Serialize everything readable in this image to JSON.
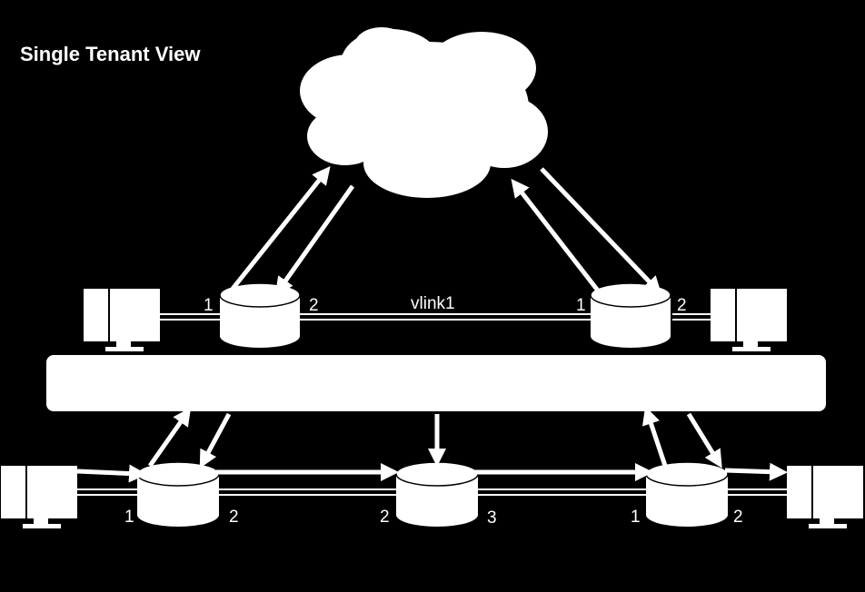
{
  "title": "Single Tenant View",
  "colors": {
    "background": "#000000",
    "foreground": "#ffffff"
  },
  "upper": {
    "left_switch": {
      "port_a": "1",
      "port_b": "2"
    },
    "right_switch": {
      "port_a": "1",
      "port_b": "2"
    },
    "link_label": "vlink1"
  },
  "lower": {
    "left_switch": {
      "port_a": "1",
      "port_b": "2"
    },
    "middle_switch": {
      "port_a": "2",
      "port_b": "3"
    },
    "right_switch": {
      "port_a": "1",
      "port_b": "2"
    }
  },
  "icons": [
    "cloud-icon",
    "computer-icon",
    "switch-icon"
  ]
}
